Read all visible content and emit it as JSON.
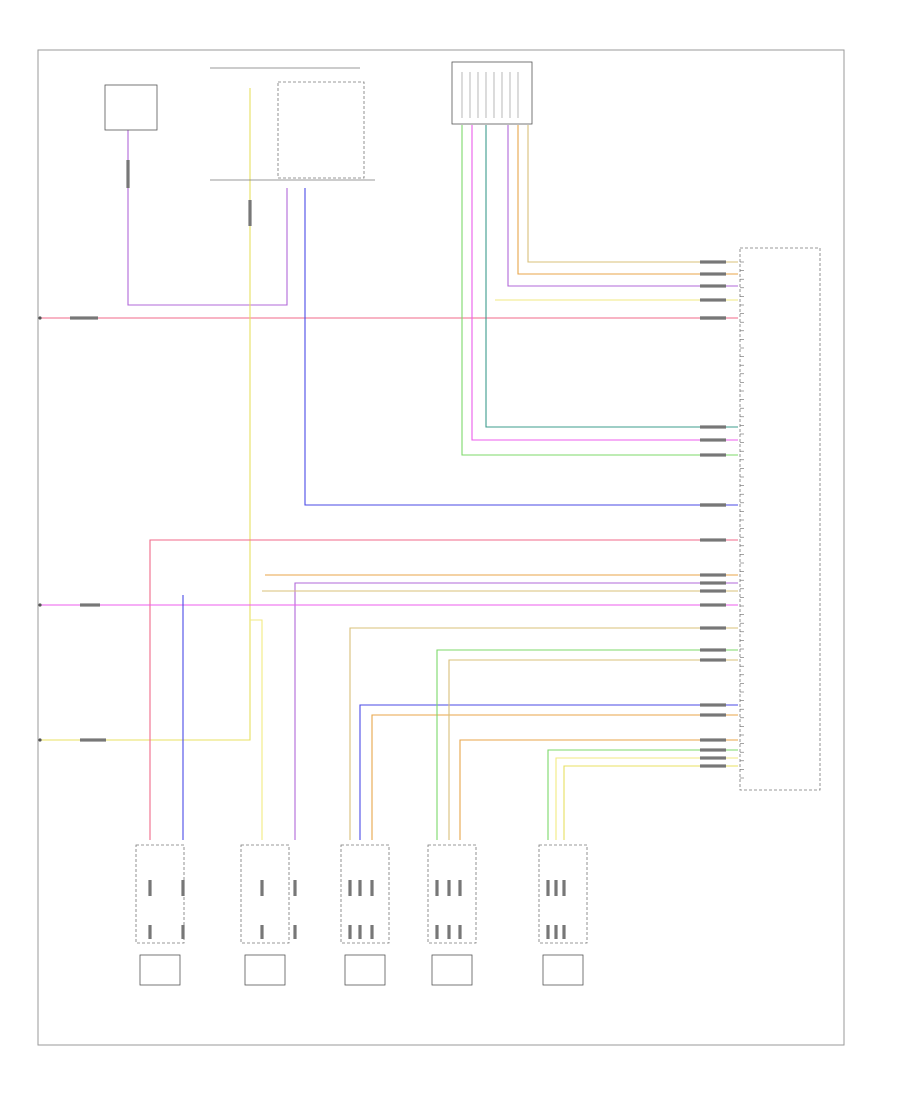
{
  "page": {
    "figure_id": ""
  },
  "colors": {
    "pink": "#f06a8a",
    "violet": "#b068d8",
    "yellow": "#e8e060",
    "blue": "#4a4ae6",
    "green": "#7cd86a",
    "orange": "#e8a64a",
    "tan": "#d8c07a",
    "magenta": "#ec5cec",
    "teal": "#3c9c8c",
    "lightyellow": "#f2ea80",
    "dark": "#444444",
    "wire_label": "#777777"
  },
  "top_components": [
    {
      "id": "fuse-box",
      "lines": [
        "",
        "",
        ""
      ]
    },
    {
      "id": "steering-sensor",
      "lines": [
        "",
        "",
        "",
        ""
      ]
    },
    {
      "id": "top-connector",
      "lines": [
        "",
        "",
        "",
        ""
      ]
    }
  ],
  "module": {
    "caption": [
      "",
      "",
      "",
      ""
    ]
  },
  "sensors": [
    {
      "id": "lf-wheel-speed",
      "box_label": "",
      "caption": [
        "",
        "",
        "",
        "",
        ""
      ]
    },
    {
      "id": "rf-wheel-speed",
      "box_label": "",
      "caption": [
        "",
        "",
        "",
        "",
        ""
      ]
    },
    {
      "id": "lateral-sensor",
      "box_label": "",
      "caption": [
        "",
        "",
        "",
        ""
      ]
    },
    {
      "id": "lf-height-sensor",
      "box_label": "",
      "caption": [
        "",
        "",
        "",
        "",
        ""
      ]
    },
    {
      "id": "rf-height-sensor",
      "box_label": "",
      "caption": [
        "",
        "",
        "",
        "",
        ""
      ]
    }
  ]
}
